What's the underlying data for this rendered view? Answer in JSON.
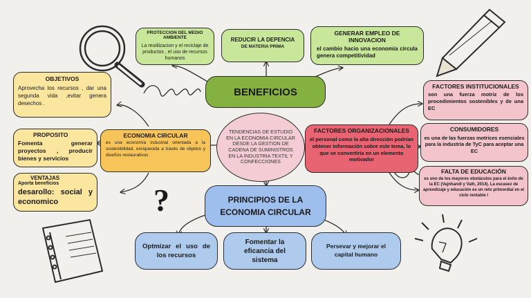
{
  "center": {
    "text": "TENDENCIAS DE ESTUDIO EN LA ECONOMIA CIRCULAR DESDE LA GESTION DE CADENA DE SUMINISTROS EN LA INDUSTRIA TEXTIL Y CONFECCIONES"
  },
  "beneficios": {
    "title": "BENEFICIOS",
    "items": [
      {
        "title": "PROTECCION DEL MEDIO AMBIENTE",
        "text": "La reutilizacion y el reciclaje de productos , el uso de recursos humanos"
      },
      {
        "title": "REDUCIR LA DEPENCIA",
        "text": "DE MATERIA PRIMA"
      },
      {
        "title": "GENERAR EMPLEO DE INNOVACION",
        "text": "el cambio hacio una economia circula genera competitividad"
      }
    ]
  },
  "left": {
    "objetivos": {
      "title": "OBJETIVOS",
      "text": "Aprovecha los recursos , dar una segunda vida ,evitar genera desechos ."
    },
    "proposito": {
      "title": "PROPOSITO",
      "text": "Fomenta generar proyectos , producir bienes y servicios"
    },
    "ventajas": {
      "title": "VENTAJAS",
      "sub": "Aporta beneficios",
      "text": "desarollo: social y economico"
    },
    "economia": {
      "title": "ECONOMIA CIRCULAR",
      "text": "es una economía industrial orientada a la sostenibilidad, enriquecida a través de objetos y diseños restaurativos"
    }
  },
  "factores": {
    "organizacionales": {
      "title": "FACTORES ORGANIZACIONALES",
      "text": "el personal como la alta dirección podrían obtener información sobre este tema, lo que se convertiría en un elemento motivador"
    },
    "institucionales": {
      "title": "FACTORES INSTITUCIONALES",
      "text": "son una fuerza motriz de los procedimientos sostenibles y de una EC"
    },
    "consumidores": {
      "title": "CONSUMIDORES",
      "text": "es una de las fuerzas motrices esenciales para la industria de TyC para aceptar una EC"
    },
    "educacion": {
      "title": "FALTA DE EDUCACIÓN",
      "text": "es uno de los mayores obstáculos para el éxito de la EC (Vajnhandl y Valh, 2014). La escasez de aprendizaje y educación es un reto primordial en el ciclo rentable l"
    }
  },
  "principios": {
    "title": "PRINCIPIOS DE LA ECONOMIA CIRCULAR",
    "items": [
      {
        "text": "Optmizar el uso de los recursos"
      },
      {
        "text": "Fomentar la eficancia del sistema"
      },
      {
        "text": "Persevar y mejorar el capital humano"
      }
    ]
  },
  "decor": [
    "magnifier-icon",
    "pencil-icon",
    "question-mark-icon",
    "notebook-icon",
    "lightbulb-icon"
  ]
}
